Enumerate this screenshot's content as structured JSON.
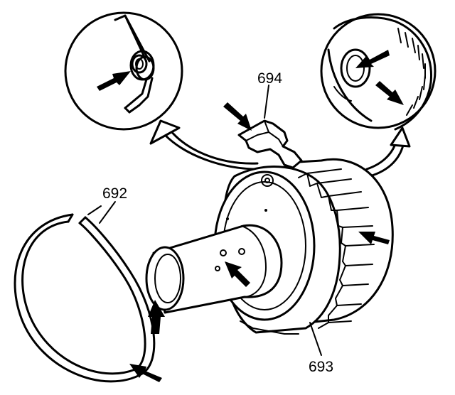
{
  "callouts": {
    "snap_ring": "692",
    "carrier": "693",
    "pawl": "694"
  }
}
